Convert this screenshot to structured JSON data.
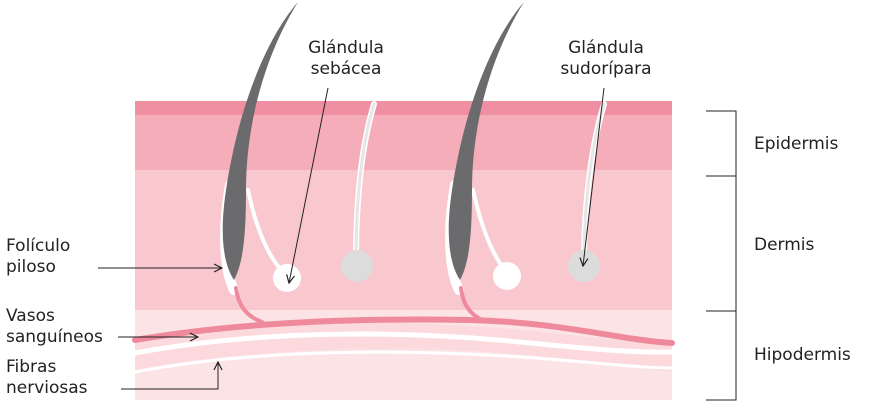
{
  "labels": {
    "sebaceous_gland": [
      "Glándula",
      "sebácea"
    ],
    "sweat_gland": [
      "Glándula",
      "sudorípara"
    ],
    "hair_follicle": [
      "Folículo",
      "piloso"
    ],
    "blood_vessels": [
      "Vasos",
      "sanguíneos"
    ],
    "nerve_fibers": [
      "Fibras",
      "nerviosas"
    ],
    "epidermis": "Epidermis",
    "dermis": "Dermis",
    "hypodermis": "Hipodermis"
  },
  "colors": {
    "epidermis_top": "#f08fa2",
    "epidermis": "#f5aeb9",
    "dermis": "#f9c7ce",
    "hypodermis": "#fce4e6",
    "hypodermis_band": "#fbd9dc",
    "blood_vessel": "#ee8a9c",
    "hair": "#6b6b6e",
    "gland_grey": "#dcdcdd",
    "follicle_outline": "#ffffff",
    "text": "#222222",
    "line": "#222222"
  }
}
